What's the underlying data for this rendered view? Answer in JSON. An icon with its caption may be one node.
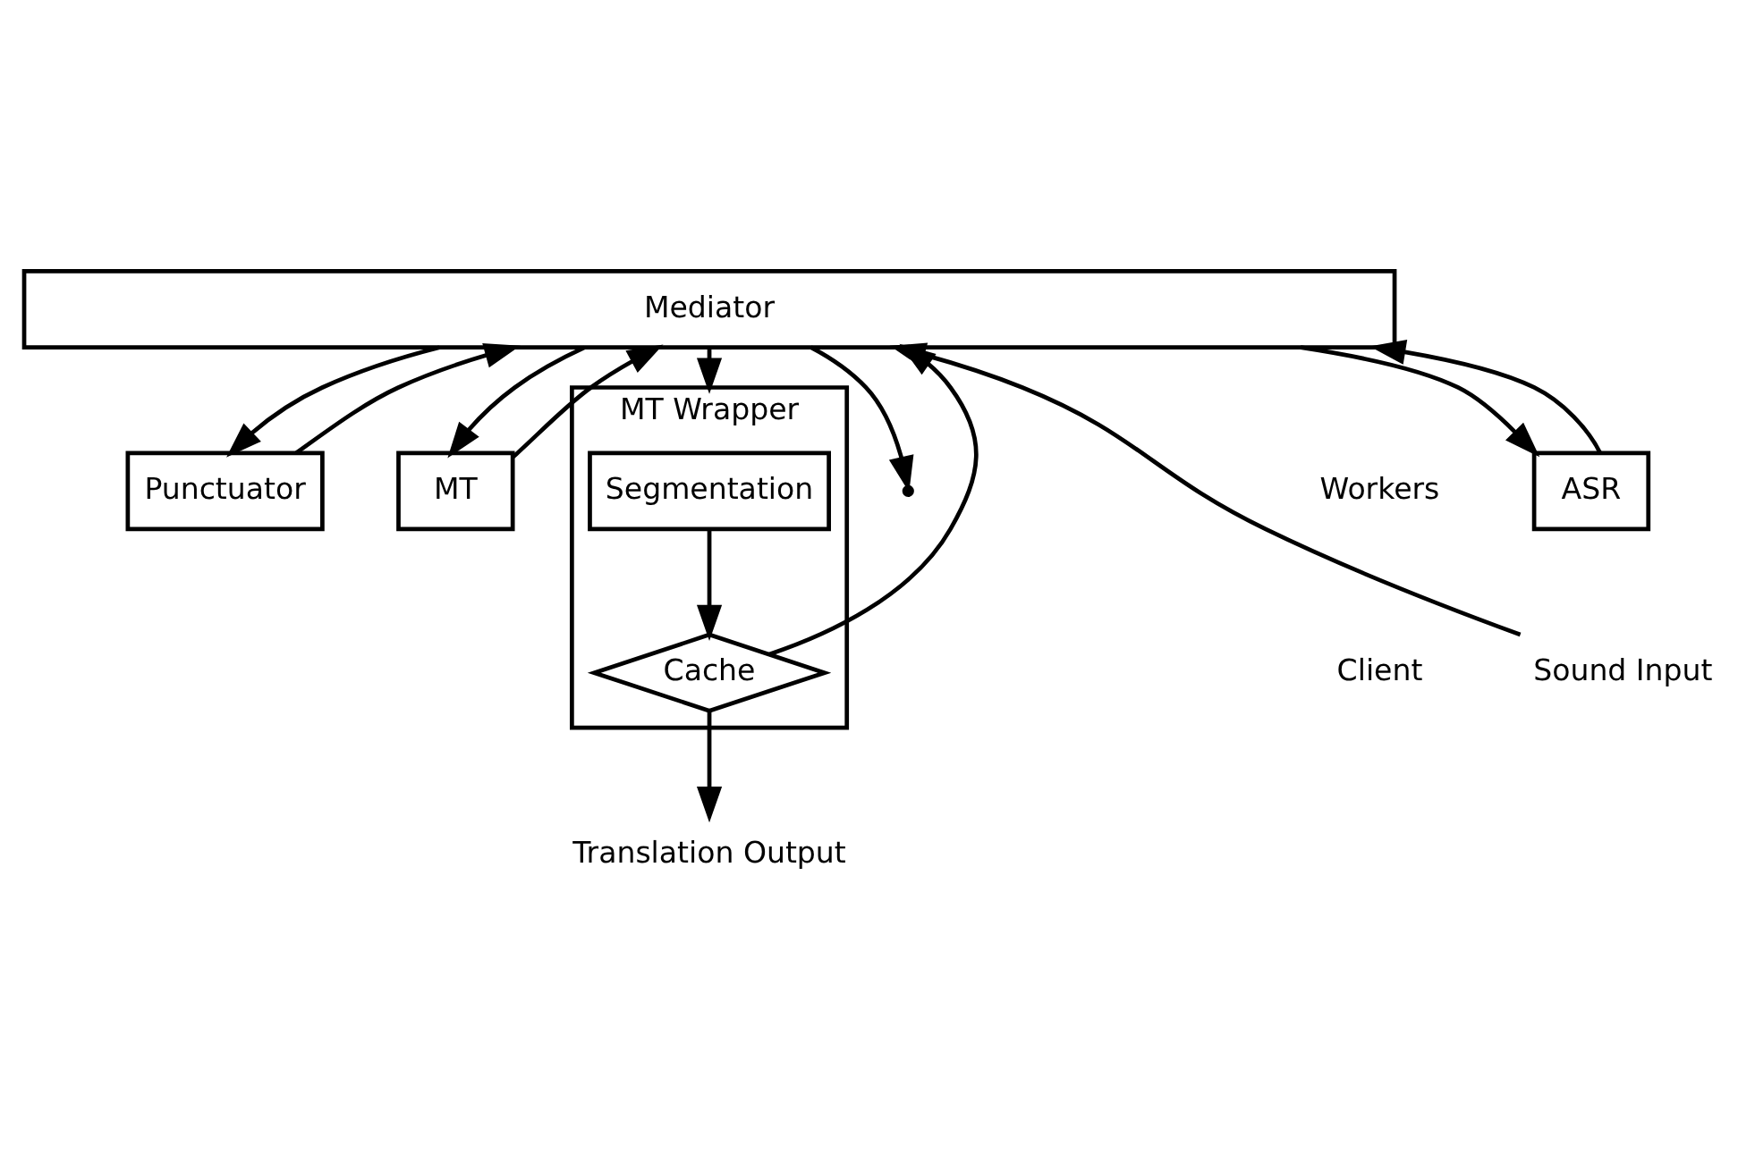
{
  "diagram": {
    "nodes": [
      {
        "text": [
          "Mediator"
        ]
      },
      {
        "text": [
          "ASR"
        ]
      },
      {
        "text": [
          "Punctuator"
        ]
      },
      {
        "text": [
          "MT"
        ]
      },
      {
        "text": [
          "MT Wrapper"
        ]
      },
      {
        "text": [
          "Segmentation"
        ],
        "in": 4
      },
      {
        "text": [
          "Cache"
        ],
        "in": 4
      },
      {
        "text": [
          "Sound Input"
        ]
      },
      {
        "text": [
          "Translation Output"
        ]
      }
    ],
    "edges": [
      {
        "from": 7,
        "to": 0,
        "arrow": "to"
      },
      {
        "from": 0,
        "to": 1,
        "arrow": "to"
      },
      {
        "from": 1,
        "to": 0,
        "arrow": "to"
      },
      {
        "from": 0,
        "to": 2,
        "arrow": "to"
      },
      {
        "from": 2,
        "to": 0,
        "arrow": "to"
      },
      {
        "from": 0,
        "to": 4,
        "arrow": "to"
      },
      {
        "from": 5,
        "to": 6,
        "arrow": "to"
      },
      {
        "from": 6,
        "to": 0,
        "arrow": "to"
      },
      {
        "from": 0,
        "to": 3,
        "arrow": "to"
      },
      {
        "from": 3,
        "to": 0,
        "arrow": "to"
      },
      {
        "from": 0,
        "to": null,
        "arrow": "to"
      },
      {
        "from": 6,
        "to": 8,
        "arrow": "to"
      }
    ],
    "labels": [
      "Workers",
      "Client"
    ]
  }
}
